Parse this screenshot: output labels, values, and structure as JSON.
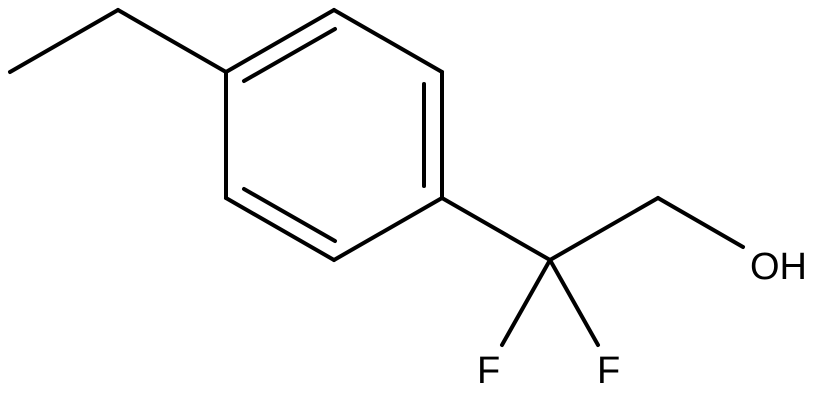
{
  "molecule": {
    "atoms": {
      "hydroxyl": "OH",
      "fluorine_left": "F",
      "fluorine_right": "F"
    },
    "bond_color": "#000000",
    "label_color": "#000000"
  }
}
